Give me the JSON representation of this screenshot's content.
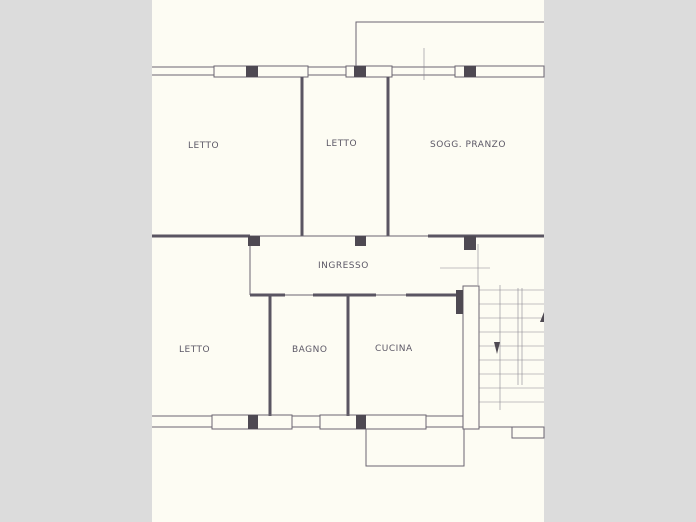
{
  "rooms": {
    "bedroom_1": "LETTO",
    "bedroom_2": "LETTO",
    "living_dining": "SOGG. PRANZO",
    "entrance": "INGRESSO",
    "bedroom_3": "LETTO",
    "bathroom": "BAGNO",
    "kitchen": "CUCINA"
  },
  "colors": {
    "paper": "#fdfcf3",
    "background": "#dcdcdc",
    "walls": "#5a5562"
  }
}
